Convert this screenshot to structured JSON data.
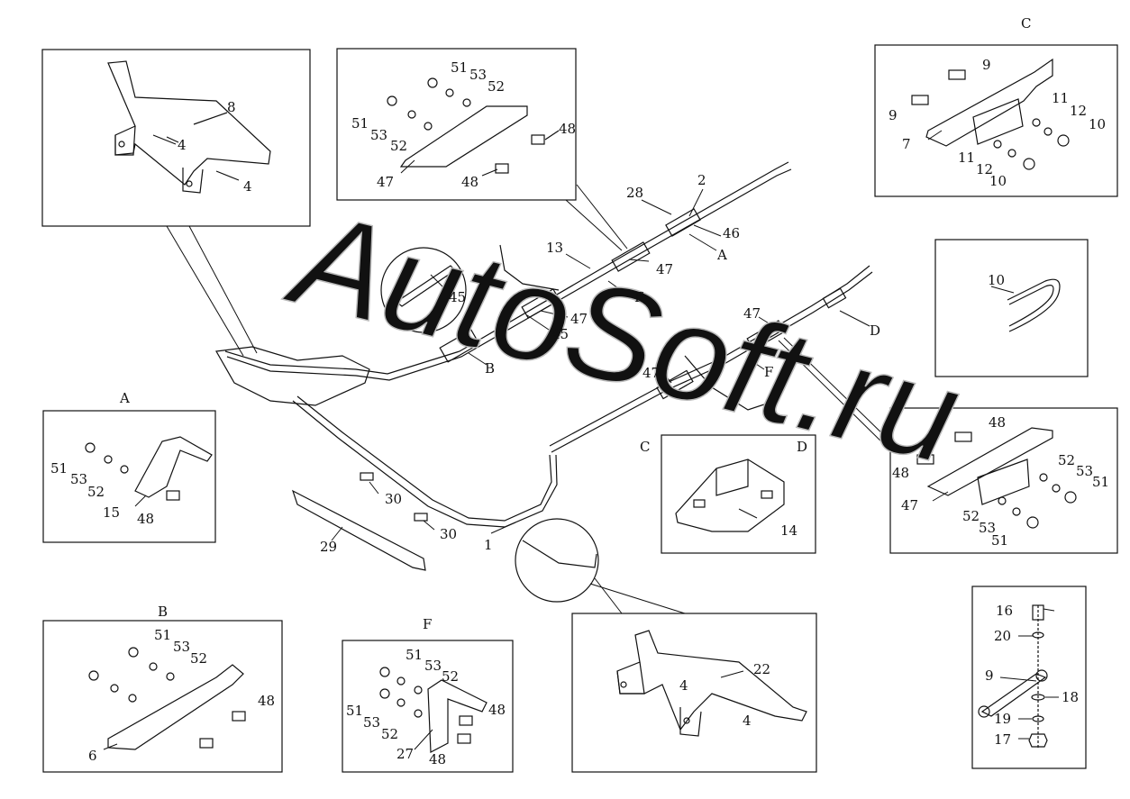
{
  "watermark": "AutoSoft.ru",
  "panels": {
    "top_left": {
      "labels": {
        "p8": "8",
        "p4a": "4",
        "p4b": "4"
      }
    },
    "top_mid": {
      "labels": {
        "l51a": "51",
        "l53a": "53",
        "l52a": "52",
        "l51b": "51",
        "l53b": "53",
        "l52b": "52",
        "l48a": "48",
        "l47": "47",
        "l48b": "48"
      }
    },
    "top_right": {
      "caption": "C",
      "labels": {
        "l9a": "9",
        "l9b": "9",
        "l7": "7",
        "l11a": "11",
        "l12a": "12",
        "l10a": "10",
        "l11b": "11",
        "l12b": "12",
        "l10b": "10"
      }
    },
    "clip_box": {
      "labels": {
        "l10": "10"
      }
    },
    "mid_right": {
      "labels": {
        "l48a": "48",
        "l48b": "48",
        "l47": "47",
        "l52a": "52",
        "l53a": "53",
        "l51a": "51",
        "l52b": "52",
        "l53b": "53",
        "l51b": "51"
      }
    },
    "panel_a": {
      "caption": "A",
      "labels": {
        "l51": "51",
        "l53": "53",
        "l52": "52",
        "l15": "15",
        "l48": "48"
      }
    },
    "panel_b": {
      "caption": "B",
      "labels": {
        "l51a": "51",
        "l53": "53",
        "l52": "52",
        "l48": "48",
        "l6": "6"
      }
    },
    "panel_f": {
      "caption": "F",
      "labels": {
        "l51a": "51",
        "l53a": "53",
        "l52a": "52",
        "l51b": "51",
        "l53b": "53",
        "l52b": "52",
        "l48a": "48",
        "l27": "27",
        "l48b": "48"
      }
    },
    "bottom_mid": {
      "labels": {
        "l22": "22",
        "l4a": "4",
        "l4b": "4"
      }
    },
    "bracket_cd": {
      "caption_c": "C",
      "caption_d": "D",
      "labels": {
        "l14": "14"
      }
    },
    "bolt_kit": {
      "labels": {
        "l16": "16",
        "l20": "20",
        "l9": "9",
        "l18": "18",
        "l19": "19",
        "l17": "17"
      }
    }
  },
  "main": {
    "labels": {
      "l2": "2",
      "l28": "28",
      "l46": "46",
      "lA": "A",
      "l13": "13",
      "l47a": "47",
      "lF1": "F",
      "l47b": "47",
      "l45a": "45",
      "l45b": "45",
      "lB": "B",
      "l47c": "47",
      "lD": "D",
      "lF2": "F",
      "l47d": "47",
      "l30a": "30",
      "l30b": "30",
      "l29": "29",
      "l1": "1"
    }
  }
}
